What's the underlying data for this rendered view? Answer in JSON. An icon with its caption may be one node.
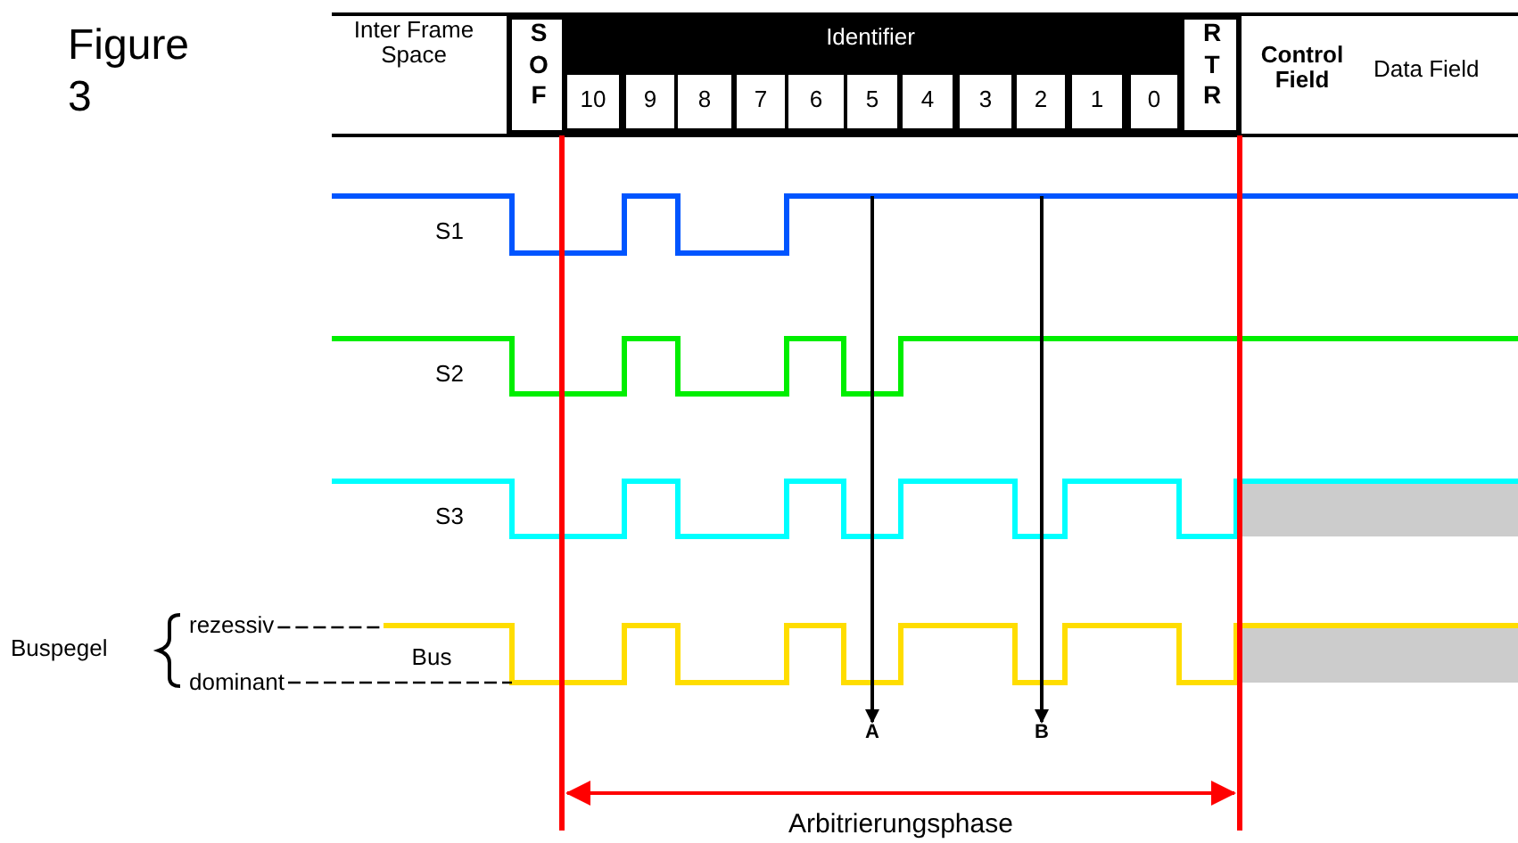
{
  "diagram": {
    "nodes": [
      {
        "text": [
          "A"
        ]
      },
      {
        "text": [
          "B"
        ]
      },
      {
        "text": [
          "rezessiv"
        ]
      },
      {
        "text": [
          "dominant"
        ]
      },
      {
        "text": [],
        "shape": "line"
      }
    ],
    "edges": [
      {
        "from": 4,
        "to": 0,
        "arrow": "to"
      },
      {
        "from": 4,
        "to": 1,
        "arrow": "to"
      },
      {
        "from": 2,
        "to": null,
        "arrow": "none",
        "style": "dashed"
      },
      {
        "from": 3,
        "to": null,
        "arrow": "none",
        "style": "dashed"
      }
    ],
    "labels": [
      "Figure 3",
      "Inter Frame Space",
      "S O F",
      "Identifier",
      "10",
      "9",
      "8",
      "7",
      "6",
      "5",
      "4",
      "3",
      "2",
      "1",
      "0",
      "R T R",
      "Control Field",
      "Data Field",
      "S1",
      "S2",
      "S3",
      "Buspegel",
      "Bus",
      "Arbitrierungsphase"
    ]
  }
}
